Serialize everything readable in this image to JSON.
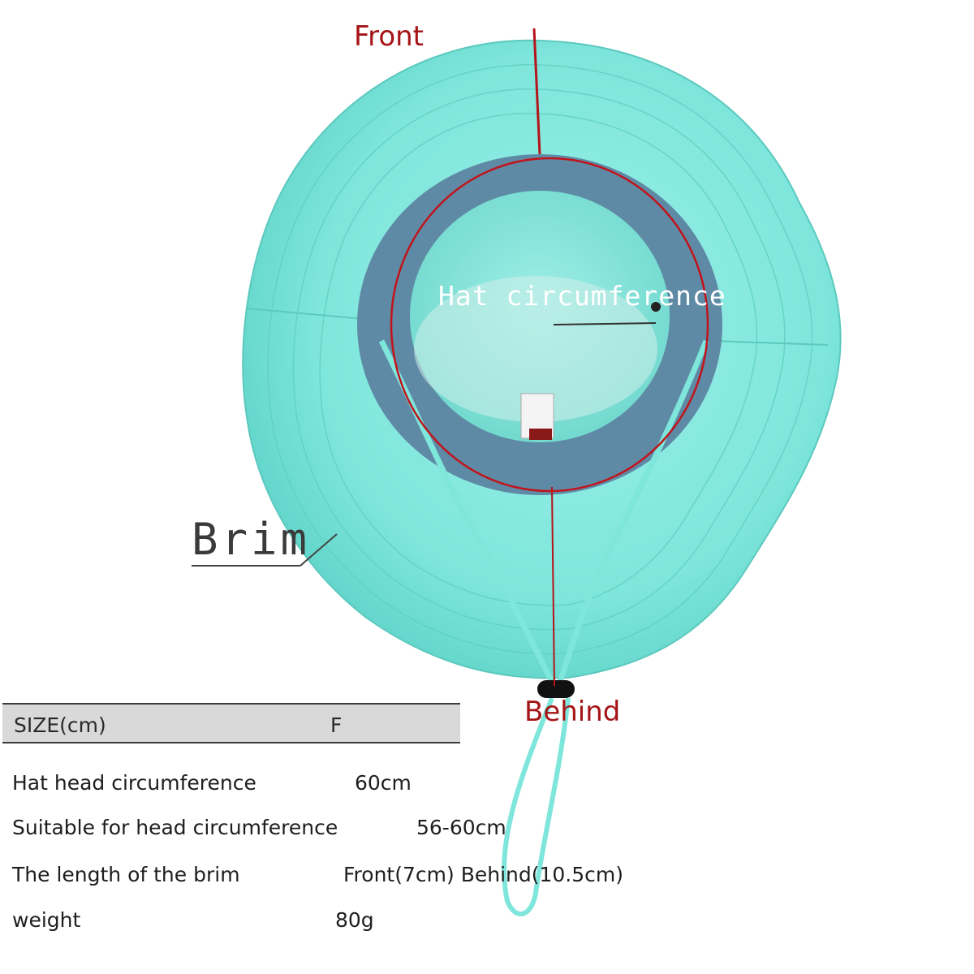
{
  "labels": {
    "front": "Front",
    "behind": "Behind",
    "brim": "Brim",
    "hat_circumference": "Hat circumference"
  },
  "size_table": {
    "header_label": "SIZE(cm)",
    "header_value": "F",
    "rows": [
      {
        "label": "Hat head circumference",
        "value": "60cm"
      },
      {
        "label": "Suitable for head circumference",
        "value": "56-60cm"
      },
      {
        "label": "The length of the brim",
        "value": "Front(7cm) Behind(10.5cm)"
      },
      {
        "label": "weight",
        "value": "80g"
      }
    ]
  },
  "colors": {
    "hat_mint": "#7fe6dc",
    "band_blue": "#5f8aa6",
    "marker_red": "#b4141a",
    "label_red": "#a51417",
    "table_header_gray": "#d9d9d9"
  }
}
